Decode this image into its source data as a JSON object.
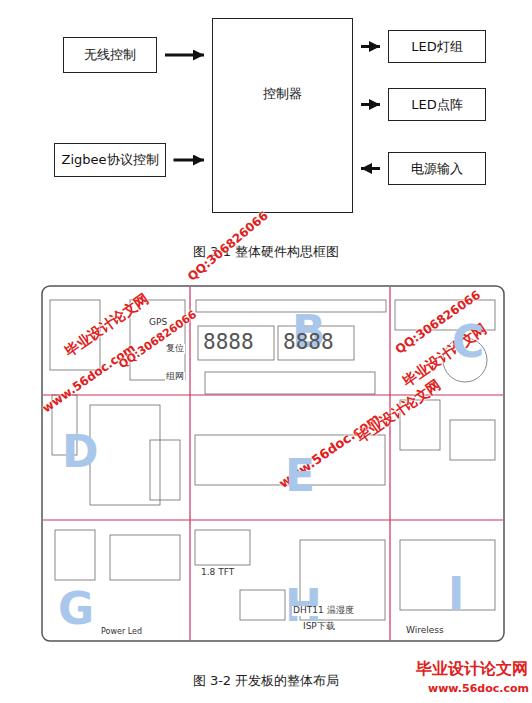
{
  "diagram": {
    "caption": "图 3-2 开发板的整体布局",
    "nodes": [
      {
        "text": [
          "无线控制"
        ]
      },
      {
        "text": [
          "Zigbee协议控制"
        ]
      },
      {
        "text": [
          "控制器"
        ]
      },
      {
        "text": [
          "LED灯组"
        ]
      },
      {
        "text": [
          "LED点阵"
        ]
      },
      {
        "text": [
          "电源输入"
        ]
      }
    ],
    "edges": [
      {
        "from": 0,
        "to": 2,
        "arrow": "to"
      },
      {
        "from": 1,
        "to": 2,
        "arrow": "to"
      },
      {
        "from": 2,
        "to": 3,
        "arrow": "to"
      },
      {
        "from": 2,
        "to": 4,
        "arrow": "to"
      },
      {
        "from": 5,
        "to": 2,
        "arrow": "to"
      }
    ],
    "labels": [
      "图 3-1 整体硬件构思框图",
      "QQ:306826066",
      "毕业设计论文网",
      "www.56doc.com",
      "QQ:306826066",
      "www.56doc.com",
      "毕业设计论文网",
      "QQ:306826066",
      "毕业设计论文网",
      "www.56doc.com",
      "毕业设计论文网",
      "B",
      "C",
      "D",
      "E",
      "G",
      "H",
      "I",
      "GPS",
      "复位",
      "组网",
      "DHT11 温湿度",
      "ISP下载",
      "1.8 TFT",
      "Wireless",
      "Power Led",
      "8888",
      "8888"
    ]
  }
}
